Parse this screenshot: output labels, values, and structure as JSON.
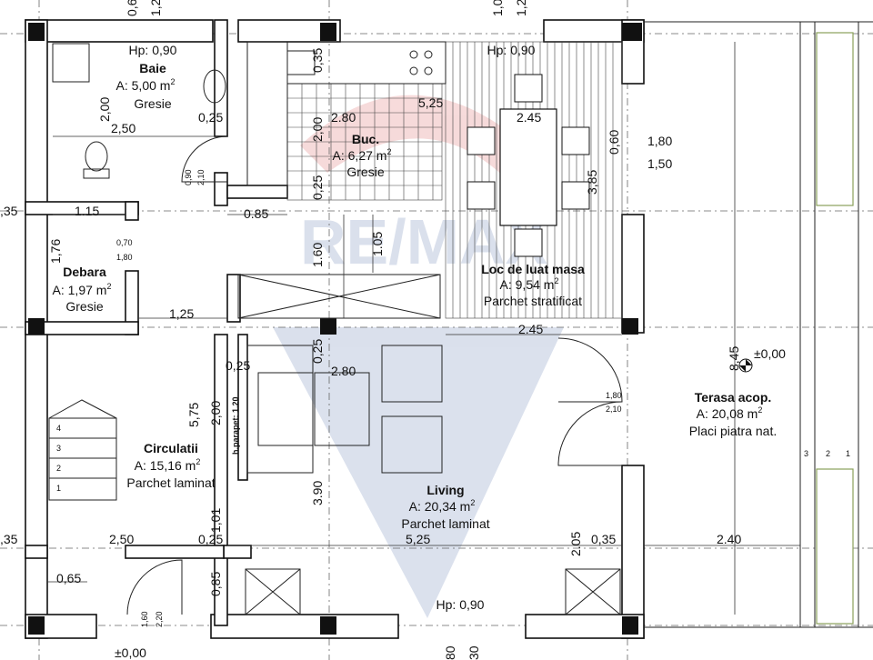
{
  "rooms": {
    "baie": {
      "name": "Baie",
      "hp": "Hp: 0,90",
      "area": "A: 5,00 m",
      "finish": "Gresie"
    },
    "buc": {
      "name": "Buc.",
      "area": "A: 6,27 m",
      "finish": "Gresie"
    },
    "masa": {
      "name": "Loc de luat masa",
      "hp": "Hp: 0,90",
      "area": "A: 9,54 m",
      "finish": "Parchet stratificat"
    },
    "debara": {
      "name": "Debara",
      "area": "A: 1,97 m",
      "finish": "Gresie"
    },
    "circulatii": {
      "name": "Circulatii",
      "area": "A: 15,16 m",
      "finish": "Parchet laminat"
    },
    "living": {
      "name": "Living",
      "hp": "Hp: 0,90",
      "area": "A: 20,34 m",
      "finish": "Parchet laminat"
    },
    "terasa": {
      "name": "Terasa acop.",
      "area": "A: 20,08 m",
      "finish": "Placi piatra nat."
    }
  },
  "area_unit_sup": "2",
  "dimensions": [
    "0,90",
    "2,00",
    "2,50",
    "0,25",
    "0,35",
    "2.80",
    "2,00",
    "0,25",
    "5,25",
    "2.45",
    "0,60",
    "3,85",
    "1,80",
    "1,50",
    ",35",
    "1.15",
    "1,76",
    "0,70",
    "1,80",
    "0,90",
    "2,10",
    "0.85",
    "1.05",
    "1.60",
    "1,25",
    "2.45",
    "8,45",
    "0,25",
    "0,25",
    "2.80",
    "2,00",
    "1,80",
    "2,10",
    "5,75",
    "3.90",
    "1,01",
    "2.05",
    "0,35",
    ",35",
    "2,50",
    "0,25",
    "5,25",
    "2.40",
    "0,65",
    "0,85",
    "1,60",
    "2,20"
  ],
  "labels": {
    "parapet": "h.parapet: 1.20",
    "level_terrace": "±0,00",
    "level_entry": "±0,00",
    "stair_steps": [
      "4",
      "3",
      "2",
      "1"
    ],
    "terrace_rail": [
      "3",
      "2",
      "1"
    ],
    "top_ticks": [
      "0,6",
      "1,2",
      "1,0",
      "1,2"
    ],
    "bottom_ticks": [
      "80",
      "30"
    ]
  },
  "colors": {
    "watermark_red": "#d23a3a",
    "watermark_blue": "#3a5a9a",
    "planter": "#8aa05a"
  }
}
